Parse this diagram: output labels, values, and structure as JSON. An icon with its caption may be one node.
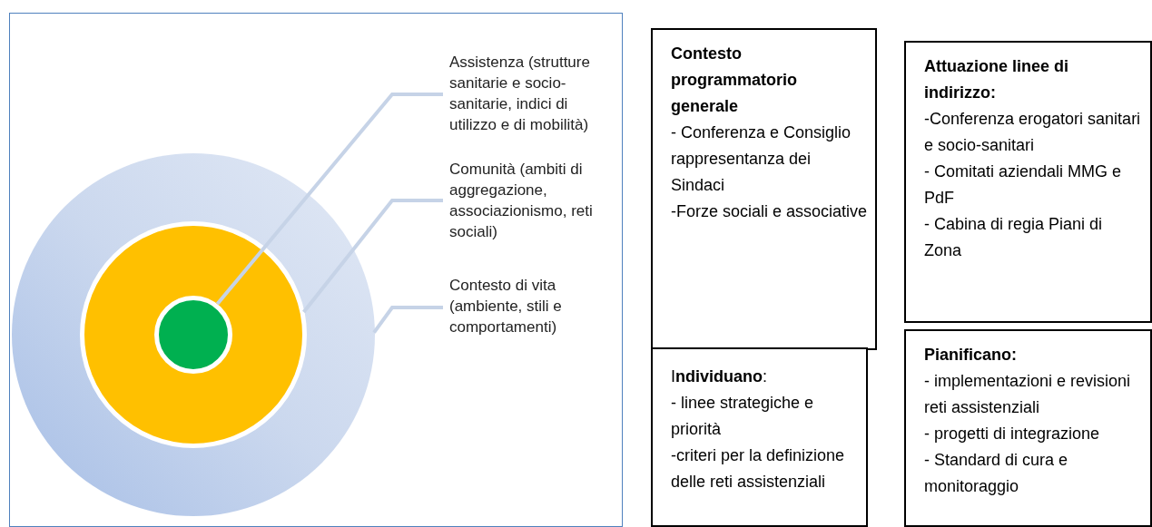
{
  "diagram": {
    "nodes": [
      {
        "text": [],
        "shape": "circle"
      },
      {
        "text": [],
        "shape": "circle",
        "in": 0
      },
      {
        "text": [],
        "shape": "circle",
        "in": 1
      },
      {
        "text": [
          "Assistenza (strutture sanitarie e socio-sanitarie, indici di utilizzo e di mobilità)"
        ]
      },
      {
        "text": [
          "Comunità (ambiti di aggregazione, associazionismo, reti sociali)"
        ]
      },
      {
        "text": [
          "Contesto di vita (ambiente, stili e comportamenti)"
        ]
      },
      {
        "text": [
          "Contesto programmatorio generale",
          "- Conferenza e Consiglio rappresentanza dei Sindaci",
          "-Forze sociali e associative"
        ]
      },
      {
        "text": [
          "Attuazione linee di indirizzo:",
          "-Conferenza erogatori sanitari e socio-sanitari",
          "- Comitati aziendali MMG e PdF",
          "- Cabina di regia Piani di Zona"
        ]
      },
      {
        "text": [
          "I**ndividuano**:",
          "- linee strategiche e priorità",
          "-criteri per la definizione delle reti assistenziali"
        ]
      },
      {
        "text": [
          "Pianificano:",
          "- implementazioni e revisioni reti assistenziali",
          "- progetti di integrazione",
          "- Standard di cura e monitoraggio"
        ]
      }
    ],
    "edges": [
      {
        "from": 3,
        "to": 2,
        "arrow": "none"
      },
      {
        "from": 4,
        "to": 1,
        "arrow": "none"
      },
      {
        "from": 5,
        "to": 0,
        "arrow": "none"
      }
    ]
  }
}
